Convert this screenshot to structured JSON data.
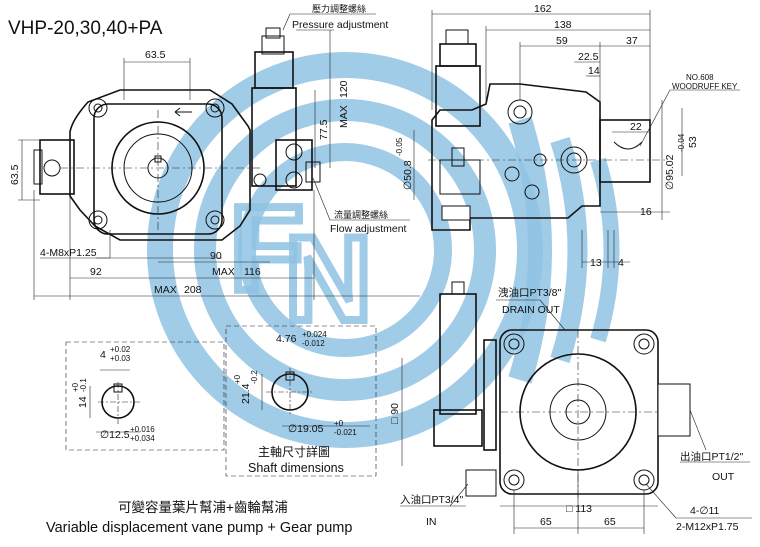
{
  "title": "VHP-20,30,40+PA",
  "watermark_color": "#8fc3e3",
  "front_view": {
    "dims": {
      "d63_5_top": "63.5",
      "d63_5_left": "63.5",
      "d120": "120",
      "max120": "MAX",
      "d77_5": "77.5",
      "d90": "90",
      "d92": "92",
      "max116_label": "MAX",
      "max116_value": "116",
      "max208_label": "MAX",
      "max208_value": "208",
      "thread": "4-M8xP1.25"
    },
    "pressure_adjust_cn": "壓力調整螺絲",
    "pressure_adjust_en": "Pressure adjustment",
    "flow_adjust_cn": "流量調整螺絲",
    "flow_adjust_en": "Flow adjustment"
  },
  "side_view": {
    "dims": {
      "d162": "162",
      "d138": "138",
      "d59": "59",
      "d37": "37",
      "d22_5": "22.5",
      "d14": "14",
      "d22": "22",
      "d53": "53",
      "d16": "16",
      "d13": "13",
      "d4": "4",
      "d50_8": "∅50.8",
      "d50_8_tol": "-0.05",
      "d95_02": "∅95.02",
      "d95_02_tol": "-0.04"
    },
    "woodruff_no": "NO.608",
    "woodruff_key": "WOODRUFF KEY"
  },
  "gear_pump_view": {
    "drain_cn": "洩油口PT3/8\"",
    "drain_en": "DRAIN OUT",
    "outlet_cn": "出油口PT1/2\"",
    "outlet_en": "OUT",
    "inlet_cn": "入油口PT3/4\"",
    "inlet_en": "IN",
    "d90": "□ 90",
    "d113": "□ 113",
    "d65a": "65",
    "d65b": "65",
    "holes": "4-∅11",
    "thread": "2-M12xP1.75"
  },
  "shaft_left": {
    "d4": "4",
    "d4_tol_up": "+0.02",
    "d4_tol_dn": "+0.03",
    "d14": "14",
    "d14_tol_up": "+0",
    "d14_tol_dn": "-0.1",
    "d12_5": "∅12.5",
    "d12_5_tol_up": "+0.016",
    "d12_5_tol_dn": "+0.034"
  },
  "shaft_right": {
    "d4_76": "4.76",
    "d4_76_tol_up": "+0.024",
    "d4_76_tol_dn": "-0.012",
    "d21_4": "21.4",
    "d21_4_tol_up": "+0",
    "d21_4_tol_dn": "-0.2",
    "d19_05": "∅19.05",
    "d19_05_tol_up": "+0",
    "d19_05_tol_dn": "-0.021",
    "caption_cn": "主軸尺寸詳圖",
    "caption_en": "Shaft dimensions"
  },
  "caption_cn": "可變容量葉片幫浦+齒輪幫浦",
  "caption_en": "Variable displacement vane pump + Gear pump"
}
